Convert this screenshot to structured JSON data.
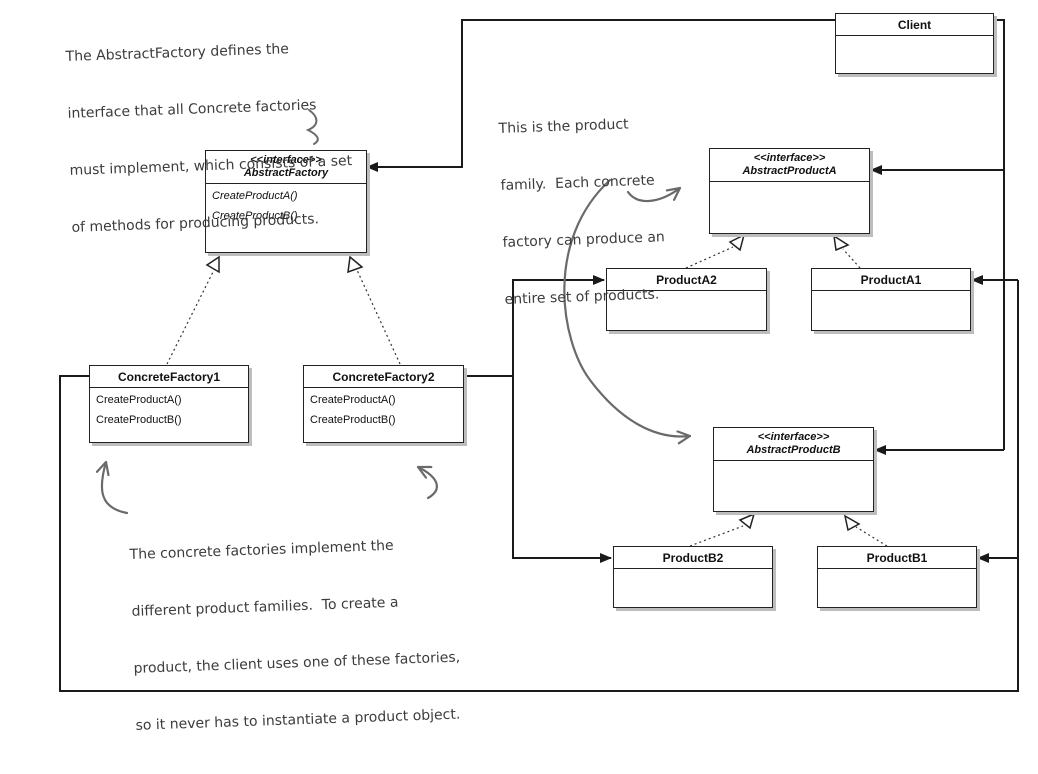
{
  "classes": {
    "client": {
      "name": "Client"
    },
    "abstract_factory": {
      "stereotype": "<<interface>>",
      "name": "AbstractFactory",
      "ops": [
        "CreateProductA()",
        "CreateProductB()"
      ]
    },
    "concrete_factory_1": {
      "name": "ConcreteFactory1",
      "ops": [
        "CreateProductA()",
        "CreateProductB()"
      ]
    },
    "concrete_factory_2": {
      "name": "ConcreteFactory2",
      "ops": [
        "CreateProductA()",
        "CreateProductB()"
      ]
    },
    "abstract_product_a": {
      "stereotype": "<<interface>>",
      "name": "AbstractProductA"
    },
    "abstract_product_b": {
      "stereotype": "<<interface>>",
      "name": "AbstractProductB"
    },
    "product_a2": {
      "name": "ProductA2"
    },
    "product_a1": {
      "name": "ProductA1"
    },
    "product_b2": {
      "name": "ProductB2"
    },
    "product_b1": {
      "name": "ProductB1"
    }
  },
  "notes": {
    "abstract_factory_note": [
      "The AbstractFactory defines the",
      "interface that all Concrete factories",
      "must implement, which consists of a set",
      "of methods for producing products."
    ],
    "product_family_note": [
      "This is the product",
      "family.  Each concrete",
      "factory can produce an",
      "entire set of products."
    ],
    "concrete_factories_note": [
      "The concrete factories implement the",
      "different product families.  To create a",
      "product, the client uses one of these factories,",
      "so it never has to instantiate a product object."
    ]
  },
  "colors": {
    "line": "#1a1a1a",
    "note_text": "#3c3c3c",
    "note_arrow": "#6a6a6a",
    "shadow": "#bdbdbd"
  }
}
